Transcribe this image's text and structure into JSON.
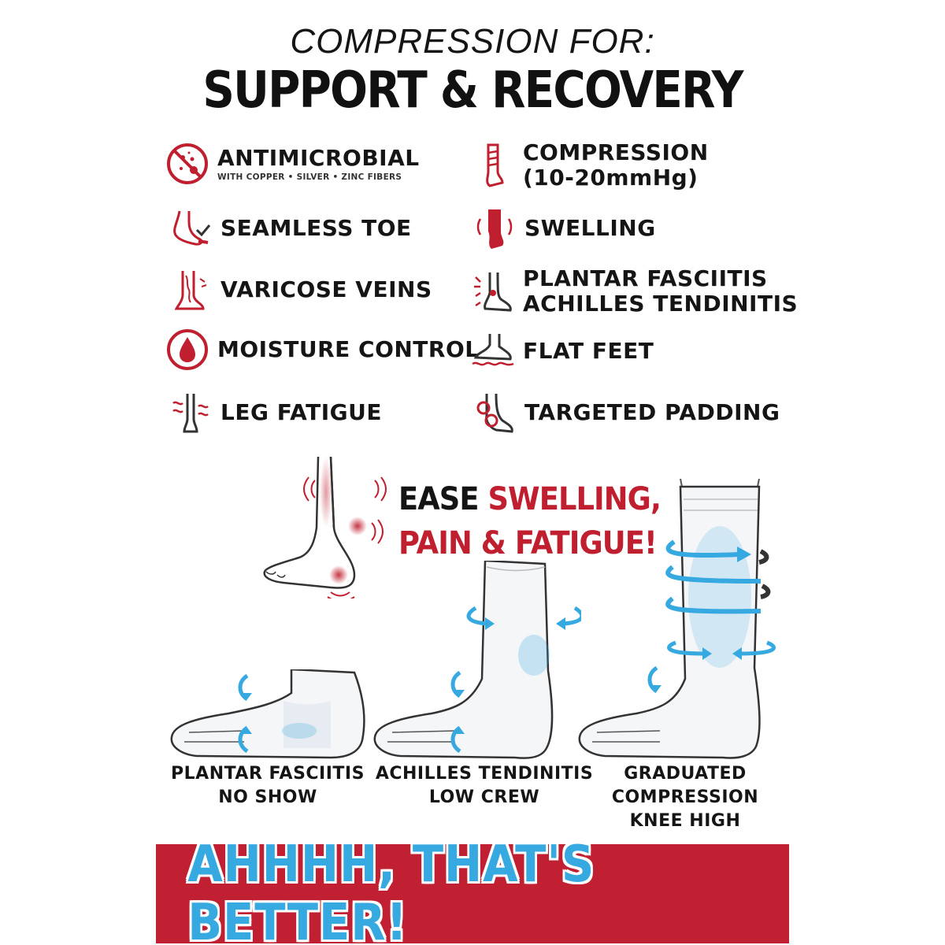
{
  "header": {
    "subtitle": "COMPRESSION FOR:",
    "title": "SUPPORT & RECOVERY"
  },
  "features_left": [
    {
      "label": "ANTIMICROBIAL",
      "sub": "WITH COPPER • SILVER • ZINC FIBERS",
      "icon": "no-microbes-icon"
    },
    {
      "label": "SEAMLESS TOE",
      "icon": "foot-toe-icon"
    },
    {
      "label": "VARICOSE VEINS",
      "icon": "leg-veins-icon"
    },
    {
      "label": "MOISTURE CONTROL",
      "icon": "water-drop-icon"
    },
    {
      "label": "LEG FATIGUE",
      "icon": "tired-leg-icon"
    }
  ],
  "features_right": [
    {
      "label": "COMPRESSION",
      "sub": "(10-20mmHg)",
      "icon": "compression-sock-icon"
    },
    {
      "label": "SWELLING",
      "icon": "swollen-leg-icon"
    },
    {
      "label": "PLANTAR FASCIITIS",
      "label2": "ACHILLES TENDINITIS",
      "icon": "heel-pain-icon"
    },
    {
      "label": "FLAT FEET",
      "icon": "flat-foot-icon"
    },
    {
      "label": "TARGETED PADDING",
      "icon": "padded-foot-icon"
    }
  ],
  "ease": {
    "line1_a": "EASE ",
    "line1_b": "SWELLING,",
    "line2": "PAIN & FATIGUE!"
  },
  "socks": [
    {
      "line1": "PLANTAR FASCIITIS",
      "line2": "NO SHOW"
    },
    {
      "line1": "ACHILLES TENDINITIS",
      "line2": "LOW CREW"
    },
    {
      "line1": "GRADUATED",
      "line2": "COMPRESSION",
      "line3": "KNEE HIGH"
    }
  ],
  "banner": {
    "text": "AHHHH, THAT'S BETTER!"
  },
  "colors": {
    "accent_red": "#c01f2f",
    "banner_red": "#c11f32",
    "arrow_blue": "#37a9e1"
  }
}
